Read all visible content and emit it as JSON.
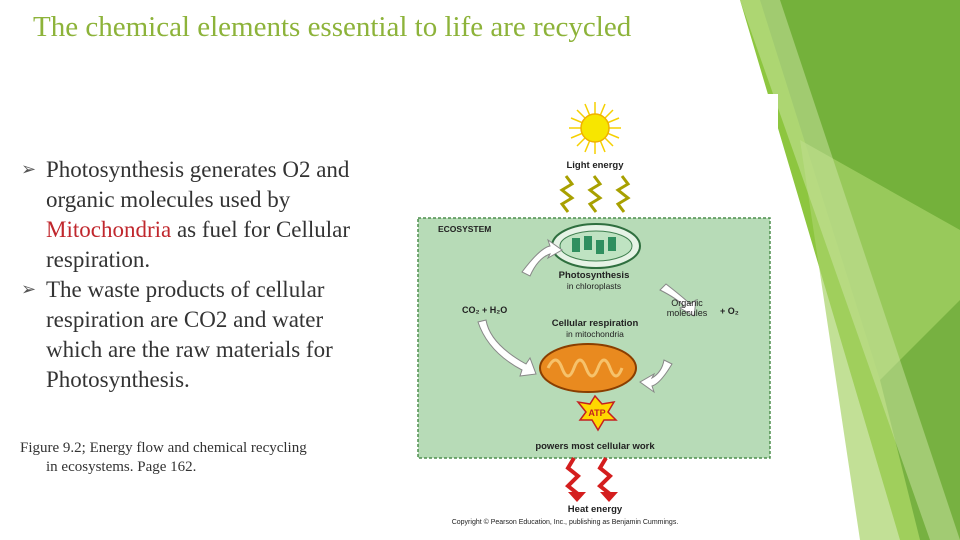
{
  "slide": {
    "title": "The chemical elements essential to life are recycled",
    "bullets": [
      {
        "parts": [
          "Photosynthesis generates O2 and organic molecules used by ",
          "Mitochondria",
          " as fuel for Cellular respiration."
        ]
      },
      {
        "parts": [
          "The waste products of cellular respiration are CO2 and water which are the raw materials for Photosynthesis.",
          "",
          ""
        ]
      }
    ],
    "caption_line1": "Figure 9.2; Energy flow and chemical recycling",
    "caption_line2": "in ecosystems. Page 162."
  },
  "figure": {
    "light_energy": "Light energy",
    "ecosystem": "ECOSYSTEM",
    "photosynthesis": "Photosynthesis",
    "in_chloroplasts": "in chloroplasts",
    "co2_h2o": "CO₂ + H₂O",
    "organic": "Organic",
    "molecules": "molecules",
    "o2": "+ O₂",
    "cellular_respiration": "Cellular respiration",
    "in_mitochondria": "in mitochondria",
    "atp": "ATP",
    "powers": "powers most cellular work",
    "heat_energy": "Heat energy",
    "copyright": "Copyright © Pearson Education, Inc., publishing as Benjamin Cummings."
  },
  "colors": {
    "title": "#8db33a",
    "ecosystem_bg": "#b7dbb7",
    "deco_green": "#8dc63f",
    "mitochondria_red": "#c0272d"
  }
}
